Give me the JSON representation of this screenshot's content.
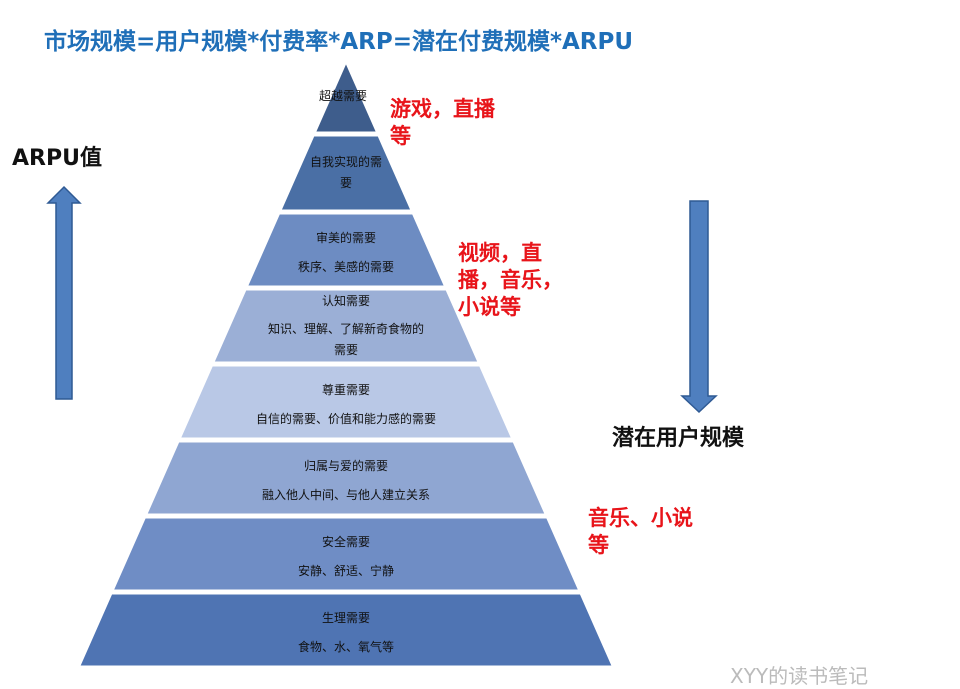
{
  "title": "市场规模=用户规模*付费率*ARP=潜在付费规模*ARPU",
  "left_label": "ARPU值",
  "right_label": "潜在用户规模",
  "watermark": "XYY的读书笔记",
  "levels": [
    {
      "name": "超越需要",
      "desc": "",
      "color": "#3e5d8c"
    },
    {
      "name": "自我实现的需要",
      "desc": "",
      "color": "#4a6fa5"
    },
    {
      "name": "审美的需要",
      "desc": "秩序、美感的需要",
      "color": "#6d8cc2"
    },
    {
      "name": "认知需要",
      "desc": "知识、理解、了解新奇食物的需要",
      "color": "#9bafd6"
    },
    {
      "name": "尊重需要",
      "desc": "自信的需要、价值和能力感的需要",
      "color": "#b9c8e6"
    },
    {
      "name": "归属与爱的需要",
      "desc": "融入他人中间、与他人建立关系",
      "color": "#8fa6d2"
    },
    {
      "name": "安全需要",
      "desc": "安静、舒适、宁静",
      "color": "#6f8dc5"
    },
    {
      "name": "生理需要",
      "desc": "食物、水、氧气等",
      "color": "#4f74b3"
    }
  ],
  "annotations": {
    "top": "游戏，直播等",
    "middle": "视频，直播，音乐，小说等",
    "bottom": "音乐、小说等"
  },
  "colors": {
    "title": "#1f6fb8",
    "annotation": "#e8141a",
    "arrow": "#4f7fbf"
  }
}
